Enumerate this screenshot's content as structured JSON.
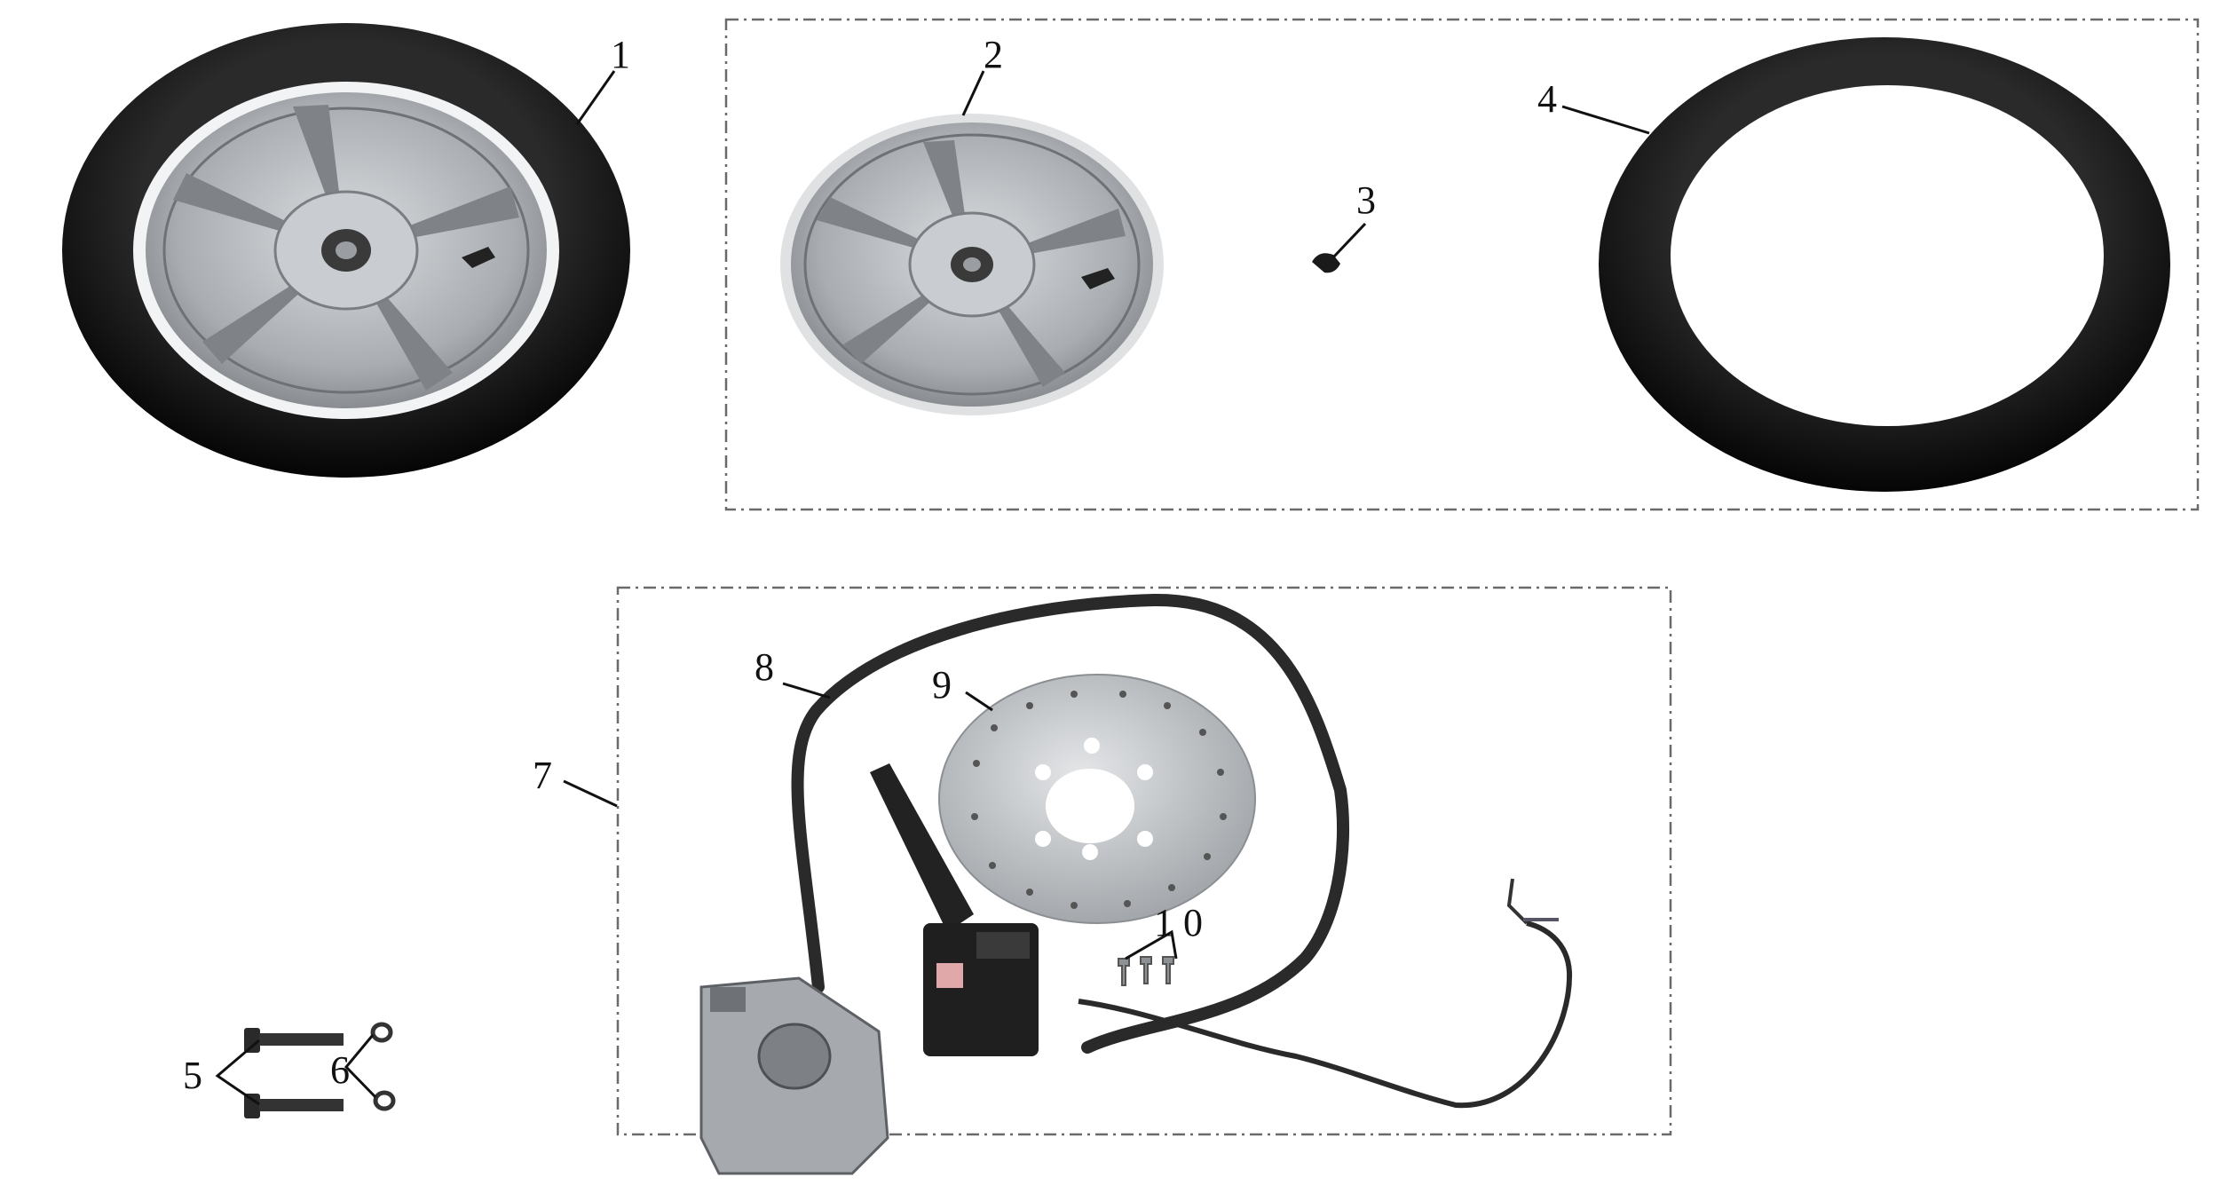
{
  "callouts": {
    "c1": "1",
    "c2": "2",
    "c3": "3",
    "c4": "4",
    "c5": "5",
    "c6": "6",
    "c7": "7",
    "c8": "8",
    "c9": "9",
    "c10": "1 0"
  },
  "colors": {
    "tire": "#151515",
    "rim": "#b8bcc0",
    "chrome": "#e6e8ea",
    "metal": "#9fa3a6",
    "hose": "#2a2a2a",
    "frame": "#6a6a6a"
  }
}
